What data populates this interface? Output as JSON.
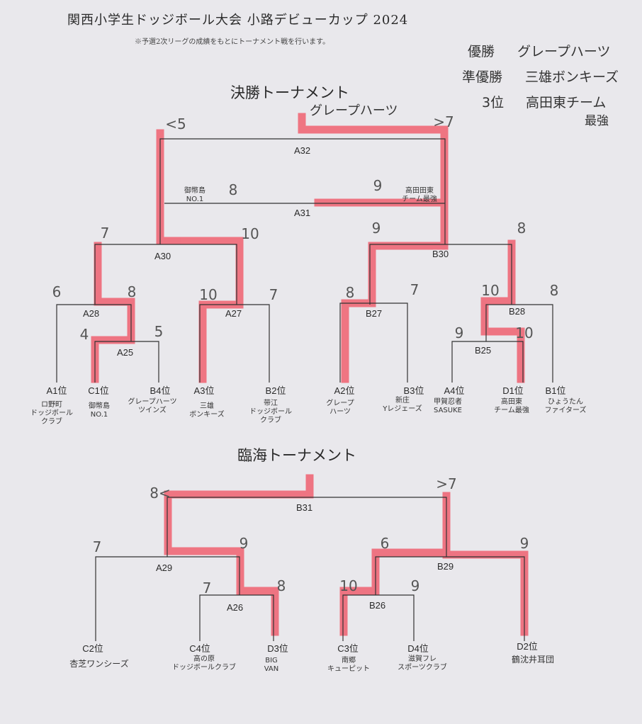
{
  "header": {
    "title": "関西小学生ドッジボール大会 小路デビューカップ 2024",
    "note": "※予選2次リーグの成績をもとにトーナメント戦を行います。"
  },
  "results": {
    "first_label": "優勝",
    "first_team": "グレープハーツ",
    "second_label": "準優勝",
    "second_team": "三雄ボンキーズ",
    "third_label": "3位",
    "third_team": "高田東チーム",
    "third_suffix": "最強"
  },
  "final_tournament": {
    "title": "決勝トーナメント",
    "winner_note": "グレープハーツ",
    "matches": [
      "A32",
      "A31",
      "A30",
      "B30",
      "A28",
      "A27",
      "A25",
      "B27",
      "B28",
      "B25"
    ],
    "seeds": [
      "A1位",
      "C1位",
      "B4位",
      "A3位",
      "B2位",
      "A2位",
      "B3位",
      "A4位",
      "D1位",
      "B1位"
    ],
    "teams": [
      "ロ野町\nドッジボール\nクラブ",
      "御幣島\nNO.1",
      "グレープハーツ\nツインズ",
      "三雄\nボンキーズ",
      "带江\nドッジボール\nクラブ",
      "グレープ\nハーツ",
      "新庄\nYレジェーズ",
      "甲賀忍者\nSASUKE",
      "高田東\nチーム最強",
      "ひょうたん\nファイターズ"
    ],
    "a31_left_team": "御幣島\nNO.1",
    "a31_right_team": "高田田東\nチーム最強",
    "scores": {
      "a32_left": "<5",
      "a32_right": ">7",
      "a31_left": "8",
      "a31_right": "9",
      "a30_left": "7",
      "a30_right": "10",
      "b30_left": "9",
      "b30_right": "8",
      "a28_left": "6",
      "a28_right": "8",
      "a25_left": "4",
      "a25_right": "5",
      "a27_left": "10",
      "a27_right": "7",
      "b27_left": "8",
      "b27_right": "7",
      "b28_left": "10",
      "b28_right": "8",
      "b25_left": "9",
      "b25_right": "10"
    }
  },
  "rinkai_tournament": {
    "title": "臨海トーナメント",
    "matches": [
      "B31",
      "A29",
      "B29",
      "A26",
      "B26"
    ],
    "seeds": [
      "C2位",
      "C4位",
      "D3位",
      "C3位",
      "D4位",
      "D2位"
    ],
    "teams": [
      "杏芝ワンシーズ",
      "高の原\nドッジボールクラブ",
      "BIG\nVAN",
      "南郷\nキューピット",
      "滋賀フレ\nスポーツクラブ",
      "鶴沈井耳団"
    ],
    "scores": {
      "b31_left": "8<",
      "b31_right": ">7",
      "a29_left": "7",
      "a29_right": "9",
      "b29_left": "6",
      "b29_right": "9",
      "a26_left": "7",
      "a26_right": "8",
      "b26_left": "10",
      "b26_right": "9"
    }
  },
  "colors": {
    "paper": "#e9e8ec",
    "line": "#333333",
    "highlight": "#f06070"
  }
}
